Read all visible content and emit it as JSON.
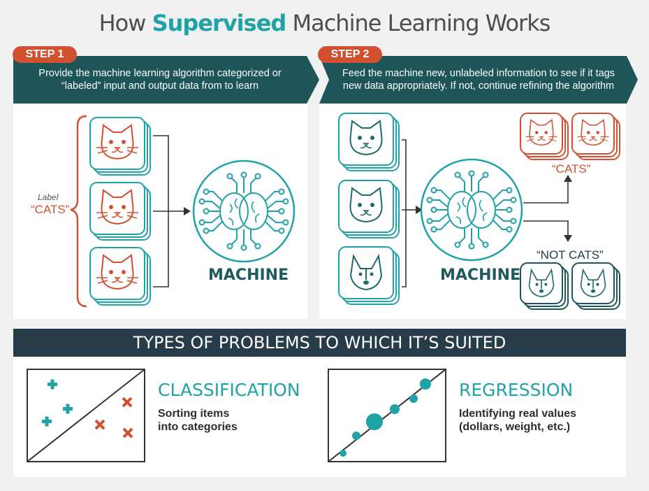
{
  "title": {
    "prefix": "How",
    "highlight": "Supervised",
    "suffix": "Machine Learning Works"
  },
  "step1": {
    "tag": "STEP 1",
    "line1": "Provide the machine learning algorithm categorized or",
    "line2": "“labeled” input and output data from to learn",
    "label_word": "Label",
    "label_value": "“CATS”",
    "machine": "MACHINE"
  },
  "step2": {
    "tag": "STEP 2",
    "line1": "Feed the machine new, unlabeled information to see if it tags",
    "line2": "new data appropriately. If not, continue refining the algorithm",
    "out_cats": "“CATS”",
    "out_not_cats": "“NOT CATS”",
    "machine": "MACHINE"
  },
  "types": {
    "header": "TYPES OF PROBLEMS TO WHICH IT’S SUITED",
    "classification": {
      "title": "CLASSIFICATION",
      "line1": "Sorting items",
      "line2": "into categories"
    },
    "regression": {
      "title": "REGRESSION",
      "line1": "Identifying real values",
      "line2": "(dollars, weight, etc.)"
    }
  },
  "colors": {
    "teal": "#1fa3a6",
    "orange": "#d0502f",
    "dark_teal": "#1f5a5e",
    "navy": "#263c48"
  }
}
